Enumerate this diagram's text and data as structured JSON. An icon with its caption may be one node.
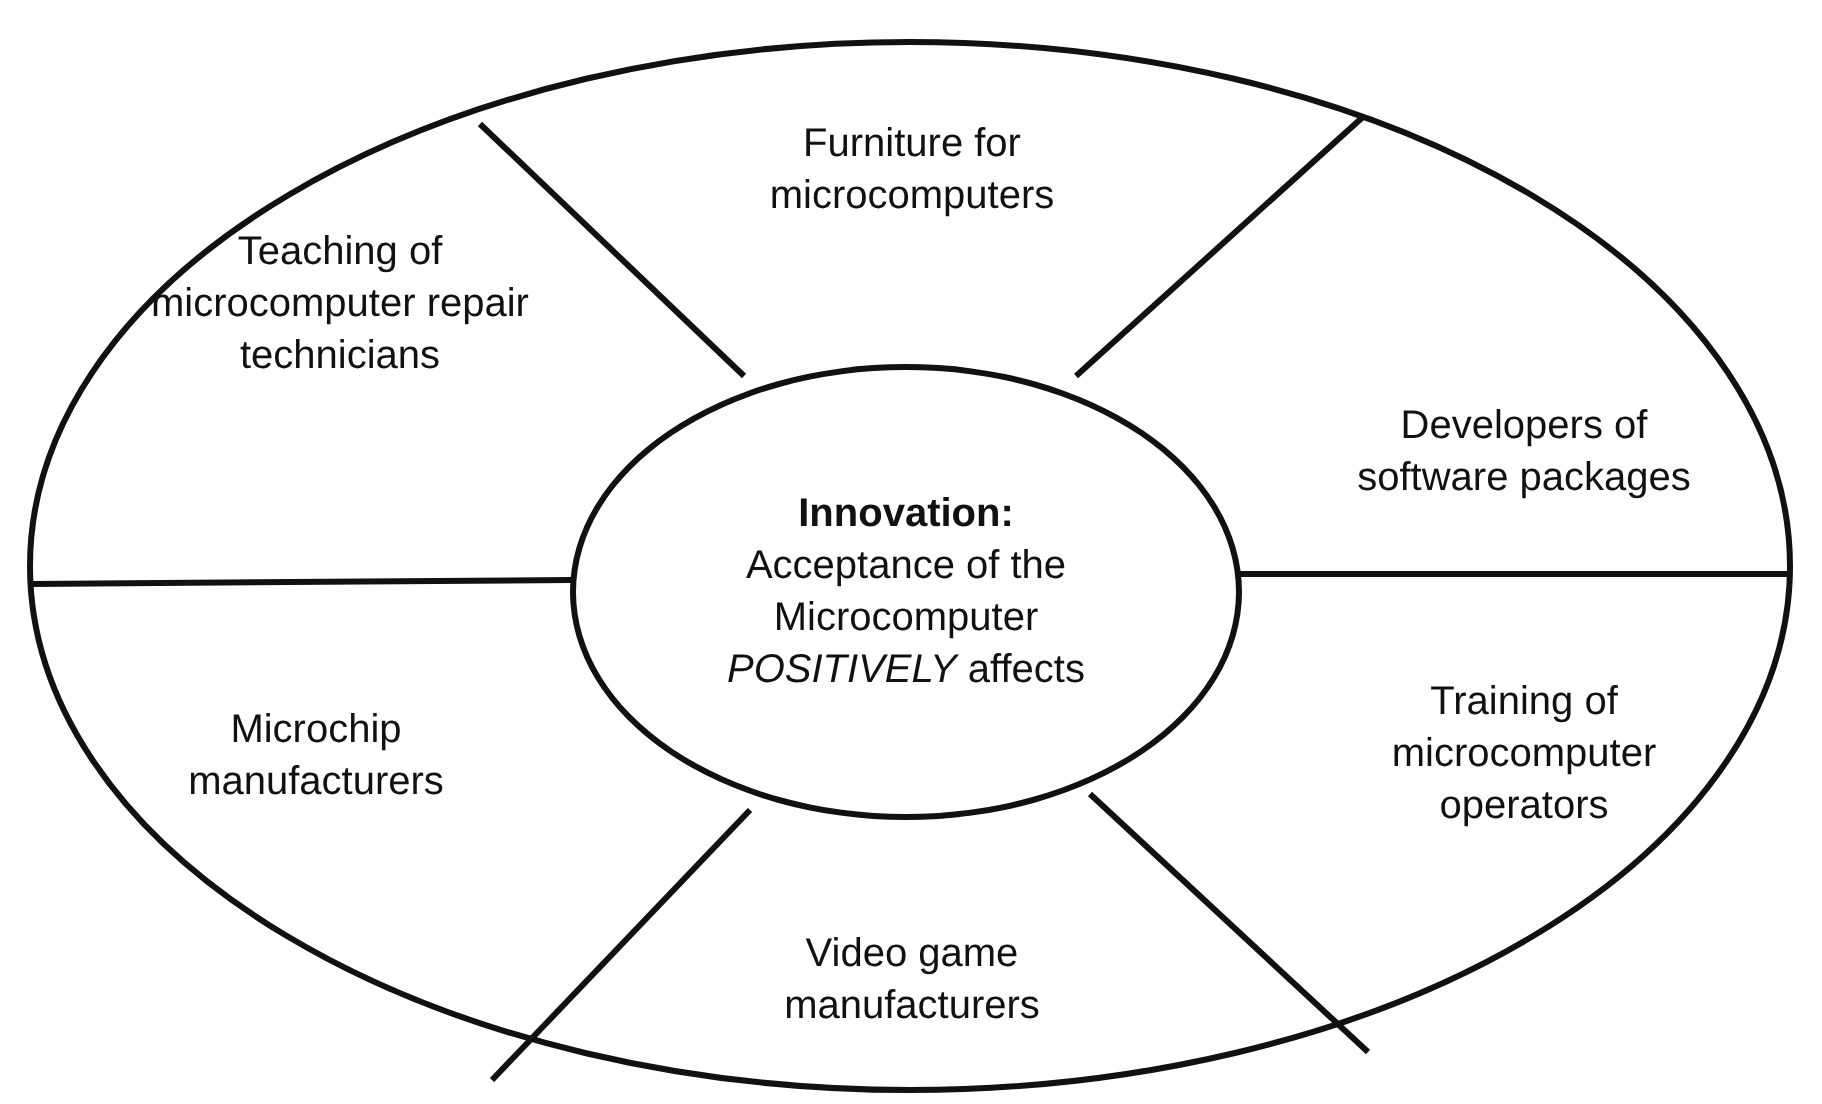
{
  "diagram": {
    "nodes": [
      {
        "text": [
          "Furniture for microcomputers"
        ]
      },
      {
        "text": [
          "Teaching of microcomputer repair technicians"
        ]
      },
      {
        "text": [
          "Developers of software packages"
        ]
      },
      {
        "text": [
          "Innovation:",
          "Acceptance of the Microcomputer *POSITIVELY* affects"
        ]
      },
      {
        "text": [
          "Microchip manufacturers"
        ]
      },
      {
        "text": [
          "Training of microcomputer operators"
        ]
      },
      {
        "text": [
          "Video game manufacturers"
        ]
      }
    ],
    "edges": []
  }
}
